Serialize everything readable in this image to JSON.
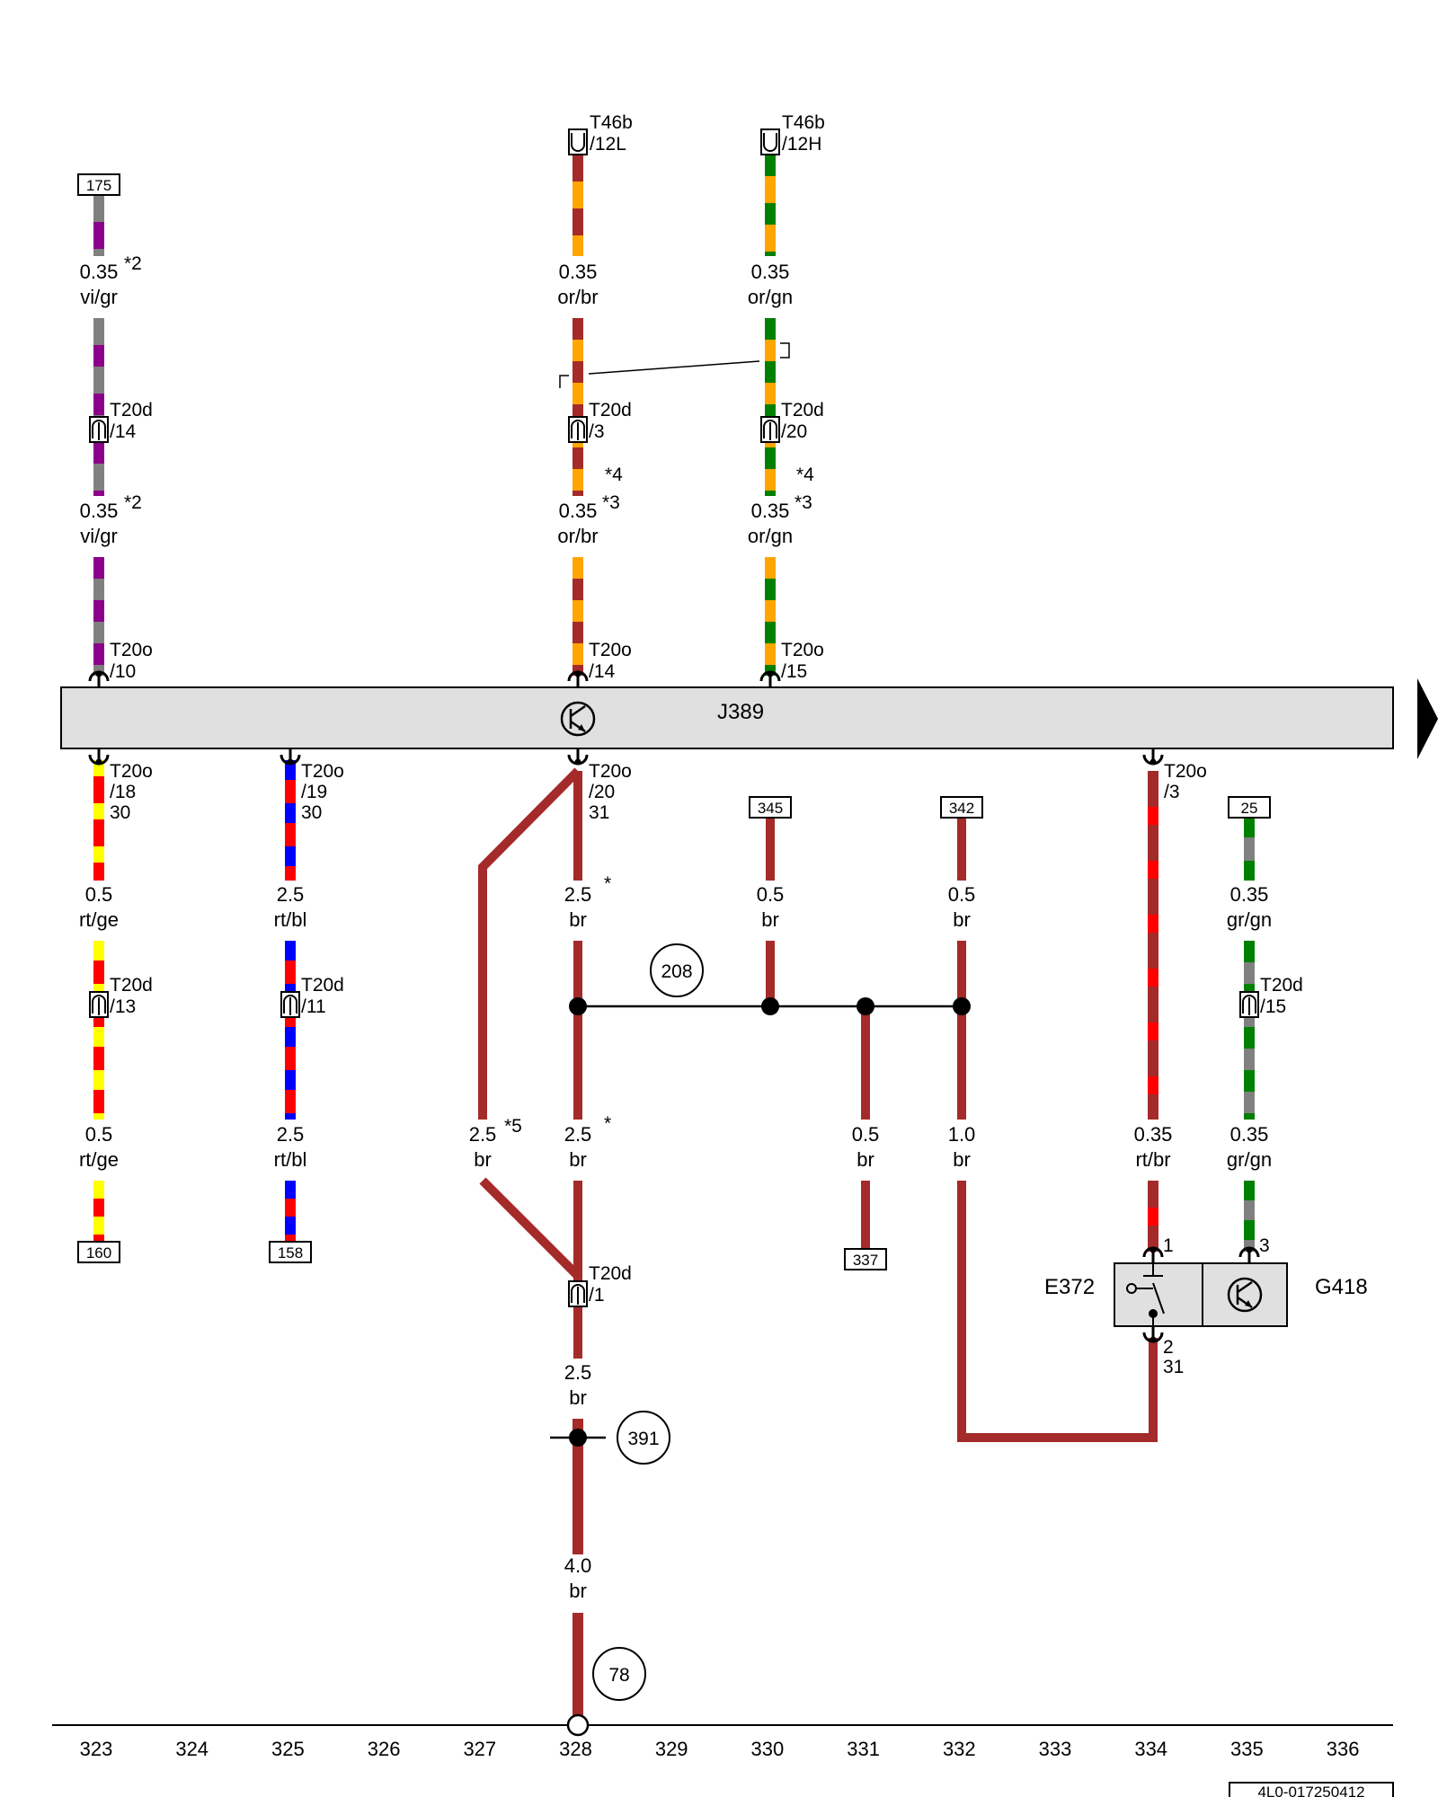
{
  "colors": {
    "brown": "#a52a2a",
    "orange": "#ffa500",
    "violet": "#8b008b",
    "grey": "#808080",
    "green": "#008000",
    "red": "#ff0000",
    "yellow": "#ffff00",
    "blue": "#0000ff",
    "module_fill": "#e0e0e0"
  },
  "module": {
    "label": "J389"
  },
  "grid": [
    "323",
    "324",
    "325",
    "326",
    "327",
    "328",
    "329",
    "330",
    "331",
    "332",
    "333",
    "334",
    "335",
    "336"
  ],
  "part_number": "4L0-017250412",
  "wires": {
    "c323_top1": {
      "size": "0.35",
      "note": "*2",
      "color": "vi/gr"
    },
    "c323_top2": {
      "size": "0.35",
      "note": "*2",
      "color": "vi/gr"
    },
    "c328_top1": {
      "size": "0.35",
      "color": "or/br"
    },
    "c328_top2": {
      "size": "0.35",
      "note": "*3",
      "color": "or/br"
    },
    "c330_top1": {
      "size": "0.35",
      "color": "or/gn"
    },
    "c330_top2": {
      "size": "0.35",
      "note": "*3",
      "color": "or/gn"
    },
    "c323_bot1": {
      "size": "0.5",
      "color": "rt/ge"
    },
    "c323_bot2": {
      "size": "0.5",
      "color": "rt/ge"
    },
    "c325_bot1": {
      "size": "2.5",
      "color": "rt/bl"
    },
    "c325_bot2": {
      "size": "2.5",
      "color": "rt/bl"
    },
    "c327": {
      "size": "2.5",
      "note": "*5",
      "color": "br"
    },
    "c328_b1": {
      "size": "2.5",
      "note": "*",
      "color": "br"
    },
    "c328_b2": {
      "size": "2.5",
      "note": "*",
      "color": "br"
    },
    "c328_b3": {
      "size": "2.5",
      "color": "br"
    },
    "c328_b4": {
      "size": "4.0",
      "color": "br"
    },
    "c330_b": {
      "size": "0.5",
      "color": "br"
    },
    "c331_b": {
      "size": "0.5",
      "color": "br"
    },
    "c332_b1": {
      "size": "0.5",
      "color": "br"
    },
    "c332_b2": {
      "size": "1.0",
      "color": "br"
    },
    "c334_b": {
      "size": "0.35",
      "color": "rt/br"
    },
    "c335_b1": {
      "size": "0.35",
      "color": "gr/gn"
    },
    "c335_b2": {
      "size": "0.35",
      "color": "gr/gn"
    }
  },
  "notes": {
    "star4": "*4"
  },
  "connectors": {
    "t46b_12l": {
      "name": "T46b",
      "pin": "/12L"
    },
    "t46b_12h": {
      "name": "T46b",
      "pin": "/12H"
    },
    "t20d_14": {
      "name": "T20d",
      "pin": "/14"
    },
    "t20d_3": {
      "name": "T20d",
      "pin": "/3"
    },
    "t20d_20": {
      "name": "T20d",
      "pin": "/20"
    },
    "t20o_10": {
      "name": "T20o",
      "pin": "/10"
    },
    "t20o_14": {
      "name": "T20o",
      "pin": "/14"
    },
    "t20o_15": {
      "name": "T20o",
      "pin": "/15"
    },
    "t20o_18": {
      "name": "T20o",
      "pin": "/18",
      "term": "30"
    },
    "t20o_19": {
      "name": "T20o",
      "pin": "/19",
      "term": "30"
    },
    "t20o_20": {
      "name": "T20o",
      "pin": "/20",
      "term": "31"
    },
    "t20o_3": {
      "name": "T20o",
      "pin": "/3"
    },
    "t20d_13": {
      "name": "T20d",
      "pin": "/13"
    },
    "t20d_11": {
      "name": "T20d",
      "pin": "/11"
    },
    "t20d_15": {
      "name": "T20d",
      "pin": "/15"
    },
    "t20d_1": {
      "name": "T20d",
      "pin": "/1"
    }
  },
  "refs": {
    "r175": "175",
    "r345": "345",
    "r342": "342",
    "r25": "25",
    "r160": "160",
    "r158": "158",
    "r337": "337"
  },
  "circles": {
    "c208": "208",
    "c391": "391",
    "c78": "78"
  },
  "component": {
    "e372": "E372",
    "g418": "G418",
    "pin1": "1",
    "pin3": "3",
    "pin2": "2",
    "term31": "31"
  }
}
